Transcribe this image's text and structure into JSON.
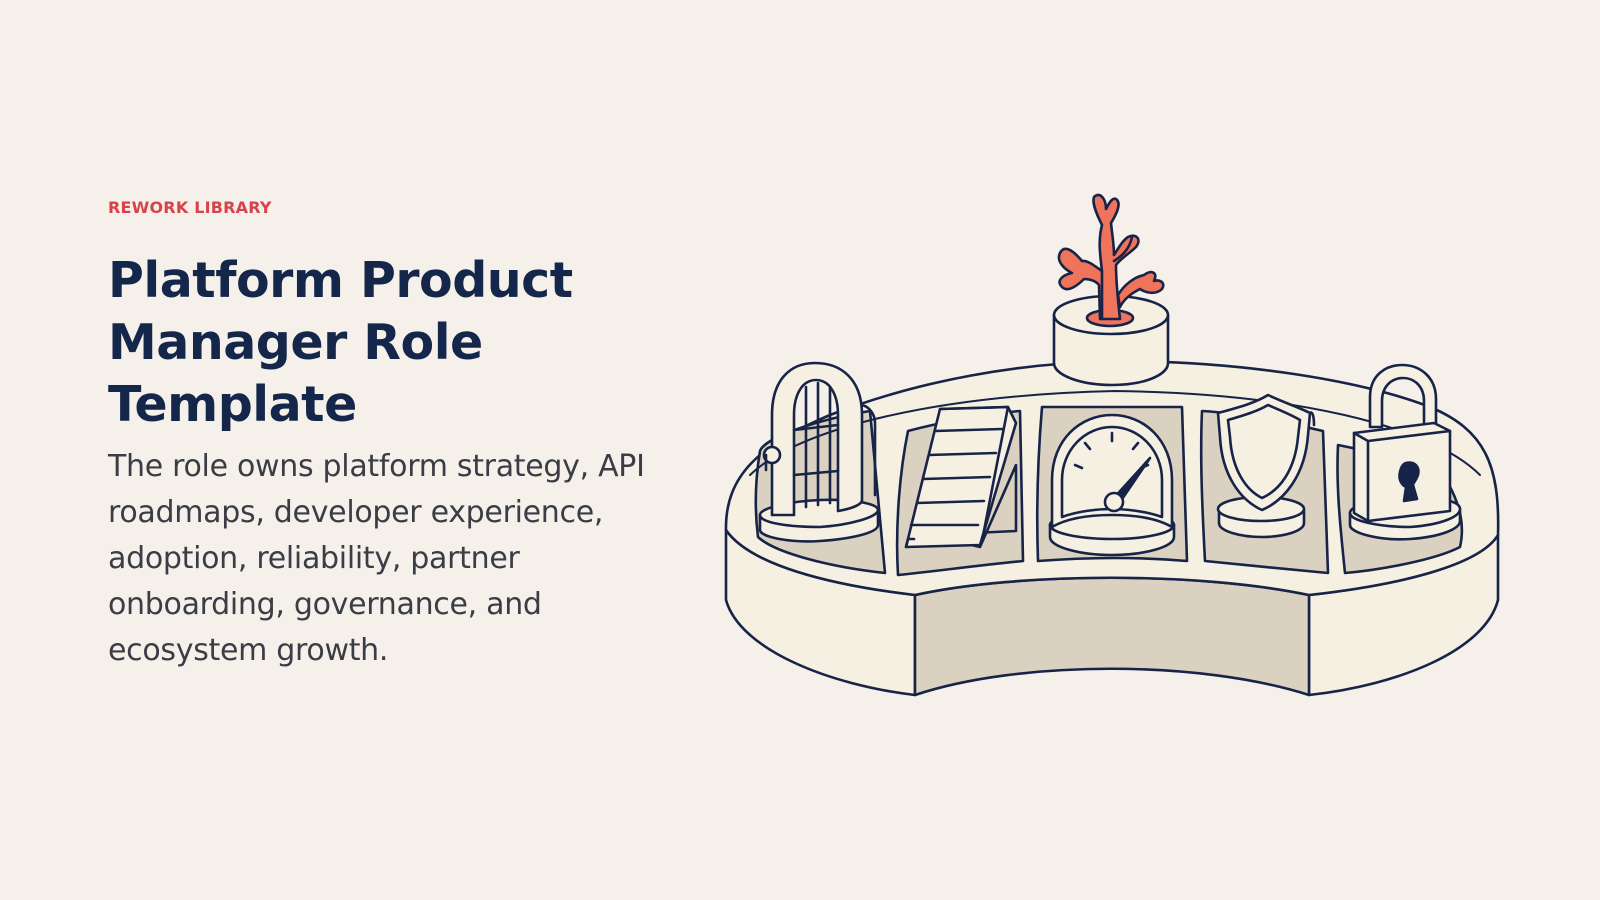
{
  "hero": {
    "eyebrow": "REWORK LIBRARY",
    "title": "Platform Product Manager Role Template",
    "description": "The role owns platform strategy, API roadmaps, developer experience, adoption, reliability, partner onboarding, governance, and ecosystem growth."
  },
  "colors": {
    "background": "#f5f1ea",
    "eyebrow": "#d6434b",
    "title": "#14264a",
    "body": "#3a3d46",
    "ink": "#172447",
    "coral": "#f0735c",
    "cream": "#f6f0e2",
    "sand": "#dbd1c1"
  },
  "illustration": {
    "icons": [
      "gate-icon",
      "ramp-icon",
      "gauge-icon",
      "shield-icon",
      "padlock-icon",
      "coral-icon"
    ]
  }
}
